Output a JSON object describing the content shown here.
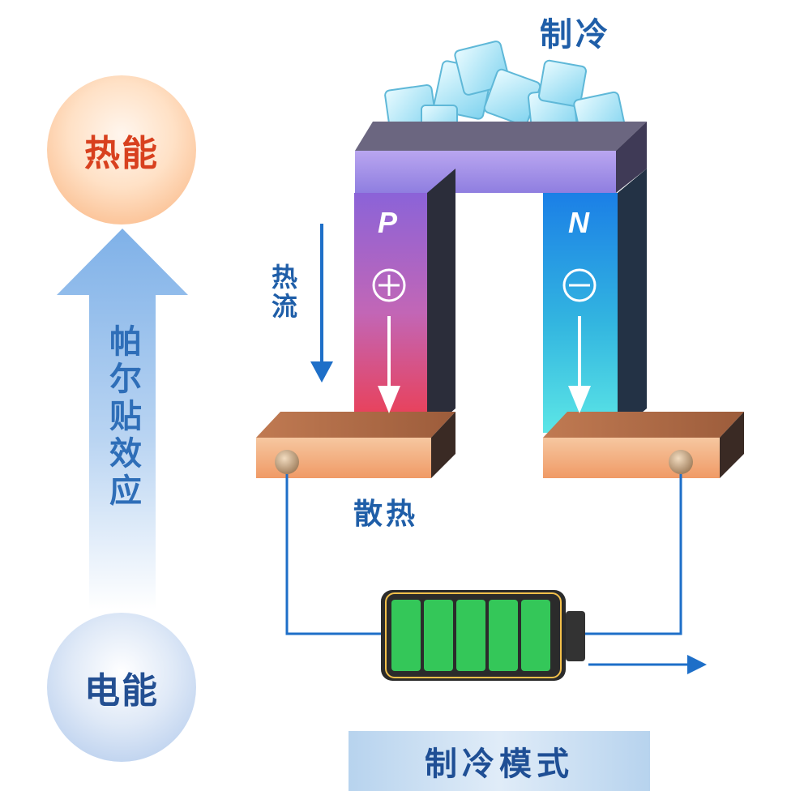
{
  "energy": {
    "heat": "热能",
    "electric": "电能",
    "effect": "帕尔贴效应"
  },
  "labels": {
    "cooling": "制冷",
    "heat_flow": "热流",
    "dissipation": "散热"
  },
  "legs": {
    "p": {
      "letter": "P",
      "charge": "plus-icon"
    },
    "n": {
      "letter": "N",
      "charge": "minus-icon"
    }
  },
  "mode": {
    "title": "制冷模式"
  },
  "battery": {
    "cells": 5
  },
  "colors": {
    "accent": "#1e6fc8",
    "p_top": "#8b63d8",
    "p_bottom": "#ef3b4b",
    "n_top": "#1b7fe6",
    "n_bottom": "#5ce6e6",
    "battery_cell": "#34c759"
  }
}
